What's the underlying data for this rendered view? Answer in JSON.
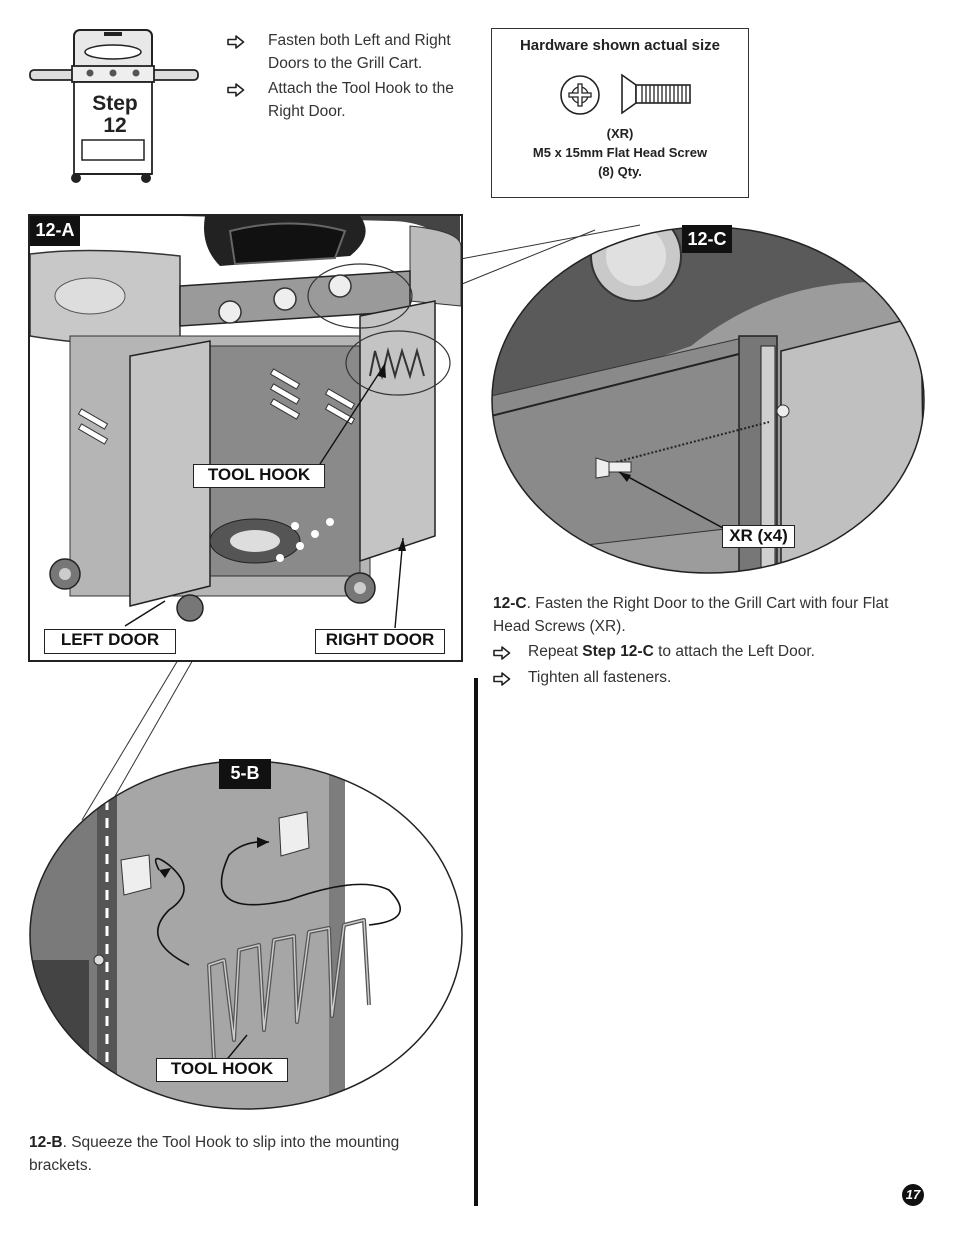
{
  "step": {
    "word": "Step",
    "number": "12"
  },
  "instructions": [
    "Fasten both Left and Right Doors  to the Grill Cart.",
    "Attach the Tool Hook to the Right Door."
  ],
  "hardware": {
    "title": "Hardware shown actual size",
    "code": "(XR)",
    "name": "M5 x 15mm Flat Head Screw",
    "qty": "(8) Qty."
  },
  "panel_a": {
    "tag": "12-A",
    "tool_hook": "TOOL HOOK",
    "left_door": "LEFT DOOR",
    "right_door": "RIGHT DOOR"
  },
  "panel_c": {
    "tag": "12-C",
    "screw_label": "XR (x4)"
  },
  "panel_b": {
    "tag": "5-B",
    "tool_hook": "TOOL HOOK"
  },
  "text_c": {
    "ref": "12-C",
    "body": ". Fasten the Right Door to the Grill Cart with four Flat Head Screws (XR).",
    "repeat_pre": "Repeat ",
    "repeat_bold": "Step 12-C",
    "repeat_post": " to attach the Left Door.",
    "tighten": "Tighten all fasteners."
  },
  "text_b": {
    "ref": "12-B",
    "body": ". Squeeze the Tool Hook to slip into the mounting brackets."
  },
  "page_number": "17"
}
